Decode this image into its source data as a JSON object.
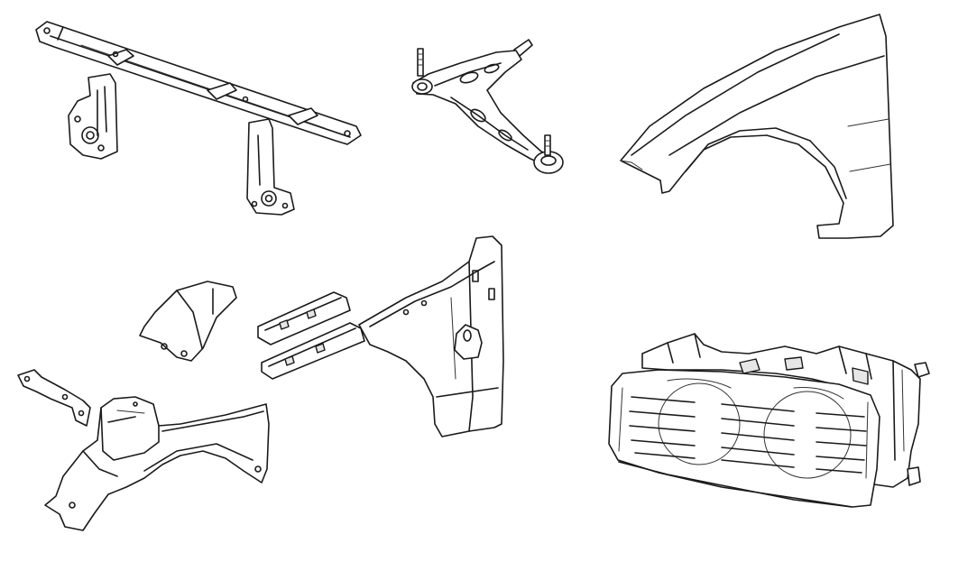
{
  "canvas": {
    "background": "#ffffff",
    "line_color": "#1a1a1a"
  },
  "parts": [
    {
      "name": "radiator-support-crossmember-part"
    },
    {
      "name": "front-control-arm-part"
    },
    {
      "name": "front-fender-part"
    },
    {
      "name": "front-wheel-arch-inner-panel-part"
    },
    {
      "name": "headlight-assembly-part"
    }
  ]
}
